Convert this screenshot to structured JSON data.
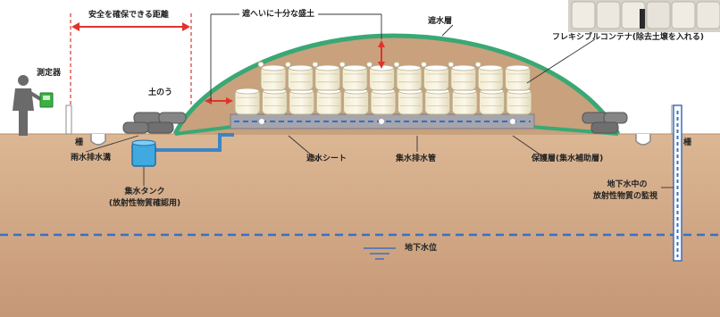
{
  "labels": {
    "safe_distance": "安全を確保できる距離",
    "sufficient_mound": "遮へいに十分な盛土",
    "top_cover": "遮水層",
    "flexible_container": "フレキシブルコンテナ(除去土壌を入れる)",
    "measuring_device": "測定器",
    "sandbags": "土のう",
    "fence_left": "柵",
    "fence_right": "柵",
    "rainwater_ditch": "雨水排水溝",
    "waterproof_sheet": "遮水シート",
    "drain_pipe": "集水排水管",
    "protective_layer": "保護層(集水補助層)",
    "collection_tank": "集水タンク",
    "collection_tank_sub": "(放射性物質確認用)",
    "groundwater_monitor_line1": "地下水中の",
    "groundwater_monitor_line2": "放射性物質の監視",
    "groundwater_level": "地下水位"
  },
  "colors": {
    "sky": "#ffffff",
    "soil": "#d8b28f",
    "soil_deep": "#c99d7a",
    "mound": "#c9a17d",
    "cover_layer": "#3aa874",
    "safety_arrow": "#e0332b",
    "water": "#3b86c4",
    "sheet": "#a5a5ab"
  }
}
